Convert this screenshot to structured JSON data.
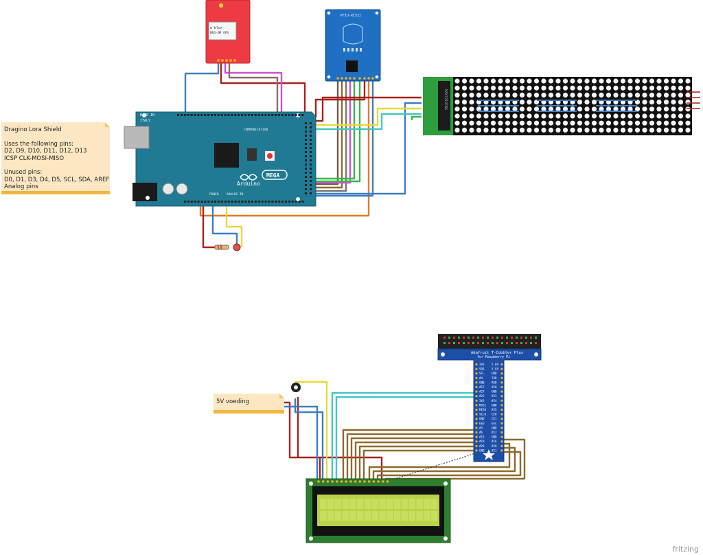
{
  "notes": {
    "lora_title": "Dragino Lora Shield",
    "lora_line1": "Uses the following pins:",
    "lora_line2": "D2, D9, D10, D11, D12, D13",
    "lora_line3": "ICSP CLK-MOSI-MISO",
    "lora_line4": "Unused pins:",
    "lora_line5": "D0, D1, D3, D4, D5, SCL, SDA, AREF",
    "lora_line6": "Analog pins",
    "power_note": "5V voeding"
  },
  "components": {
    "gps_label1": "u-blox",
    "gps_label2": "NEO-6M GPS",
    "rfid_label": "RFID-RC522",
    "arduino_brand": "Arduino",
    "arduino_model": "MEGA",
    "arduino_made": "MADE IN",
    "arduino_italy": "ITALY",
    "arduino_comm": "COMMUNICATION",
    "arduino_power": "POWER",
    "arduino_analog": "ANALOG IN",
    "matrix_chip": "MAX7219CNG",
    "cobbler_title": "Adafruit T-Cobbler Plus",
    "cobbler_sub": "for Raspberry Pi"
  },
  "cobbler_pins_left": [
    "3V3",
    "SDA",
    "SCL",
    "#4",
    "GND",
    "#17",
    "#27",
    "#22",
    "3V3",
    "MOSI",
    "MISO",
    "SCLK",
    "GND",
    "EED",
    "#5",
    "#6",
    "#13",
    "#19",
    "#26",
    "GND"
  ],
  "cobbler_pins_right": [
    "5.0V",
    "5.0V",
    "GND",
    "TXD",
    "RXD",
    "#18",
    "GND",
    "#23",
    "#24",
    "GND",
    "#25",
    "CE0",
    "CE1",
    "EEC",
    "GND",
    "#12",
    "GND",
    "#16",
    "#20",
    "#21"
  ],
  "colors": {
    "wire_blue": "#3b7dc4",
    "wire_red": "#a8201a",
    "wire_magenta": "#d24fd6",
    "wire_yellow": "#e8d93a",
    "wire_green": "#39b54a",
    "wire_cyan": "#43c7c0",
    "wire_brown": "#8b6a2e",
    "wire_orange": "#e07b22",
    "arduino_teal": "#207a94",
    "gps_red": "#ee3a43",
    "rfid_blue": "#1f6fc2",
    "matrix_black": "#111111",
    "lcd_green": "#2e7d2e",
    "lcd_screen": "#b8d24a",
    "cobbler_blue": "#1d4fa8"
  },
  "watermark": "fritzing"
}
